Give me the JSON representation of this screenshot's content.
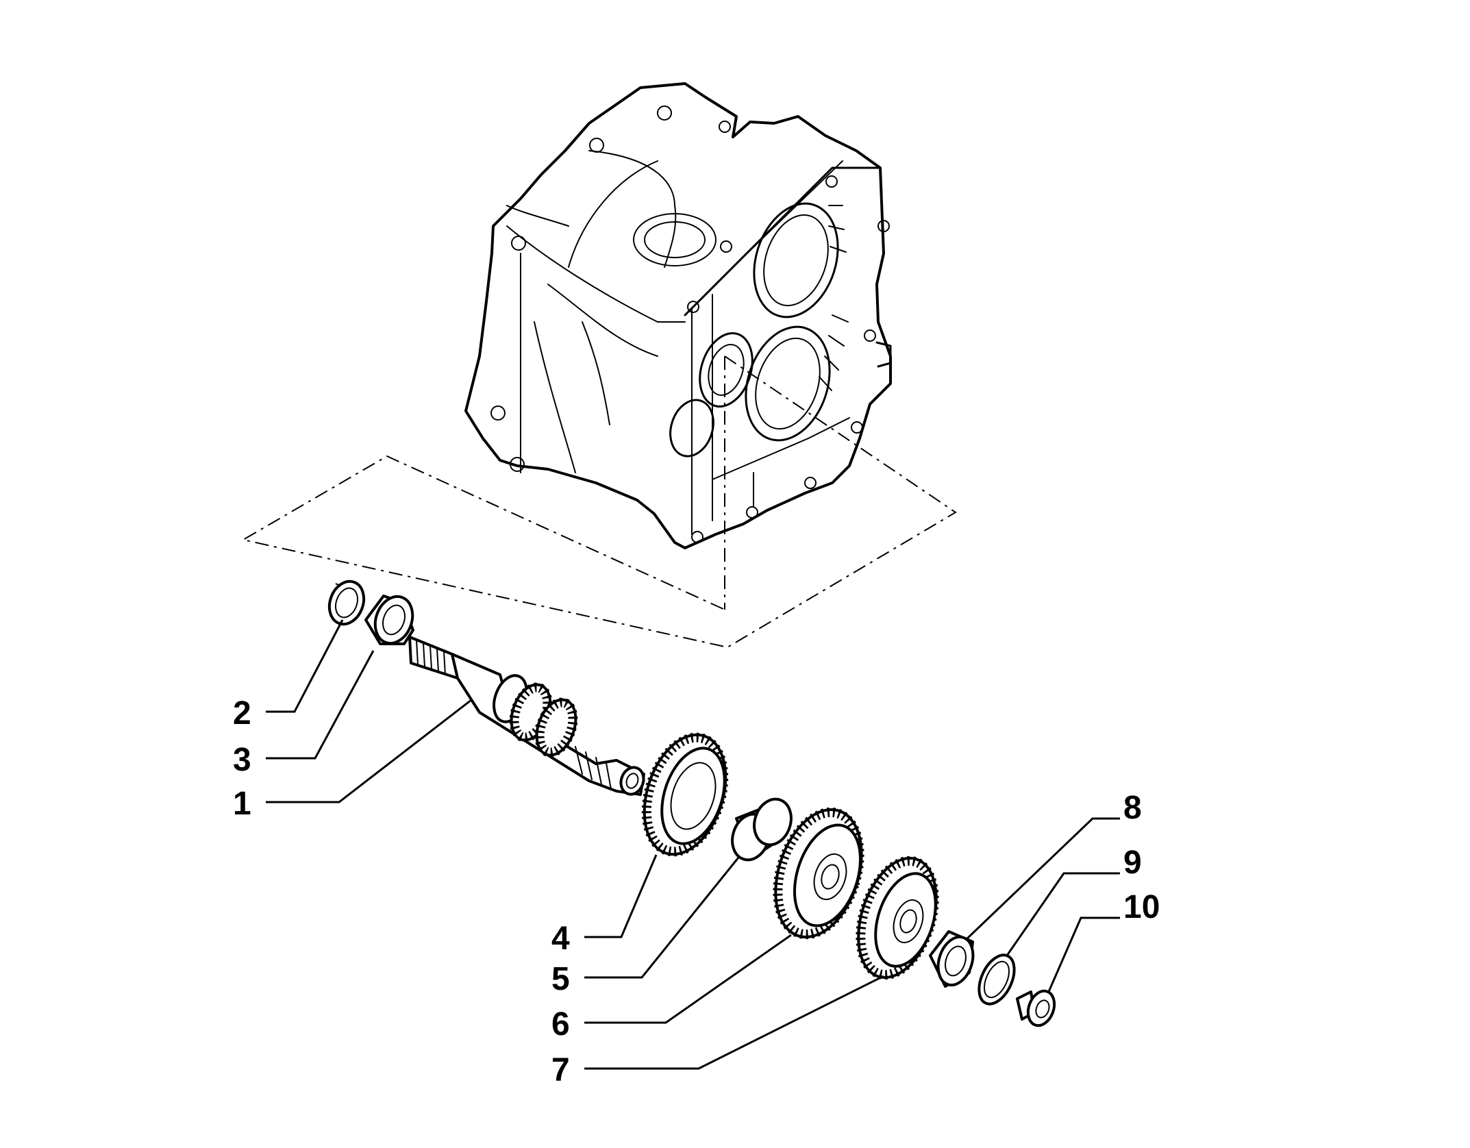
{
  "colors": {
    "line": "#000000",
    "background": "#ffffff"
  },
  "callouts": [
    {
      "id": "1",
      "text": "1"
    },
    {
      "id": "2",
      "text": "2"
    },
    {
      "id": "3",
      "text": "3"
    },
    {
      "id": "4",
      "text": "4"
    },
    {
      "id": "5",
      "text": "5"
    },
    {
      "id": "6",
      "text": "6"
    },
    {
      "id": "7",
      "text": "7"
    },
    {
      "id": "8",
      "text": "8"
    },
    {
      "id": "9",
      "text": "9"
    },
    {
      "id": "10",
      "text": "10"
    }
  ]
}
